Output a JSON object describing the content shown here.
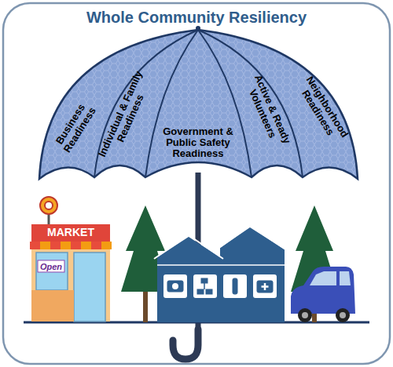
{
  "diagram": {
    "title": "Whole Community Resiliency",
    "labels": [
      "Business Readiness",
      "Individual & Family Readiness",
      "Government & Public Safety Readiness",
      "Active & Ready Volunteers",
      "Neighborhood Readiness",
      "MARKET",
      "Open"
    ]
  }
}
